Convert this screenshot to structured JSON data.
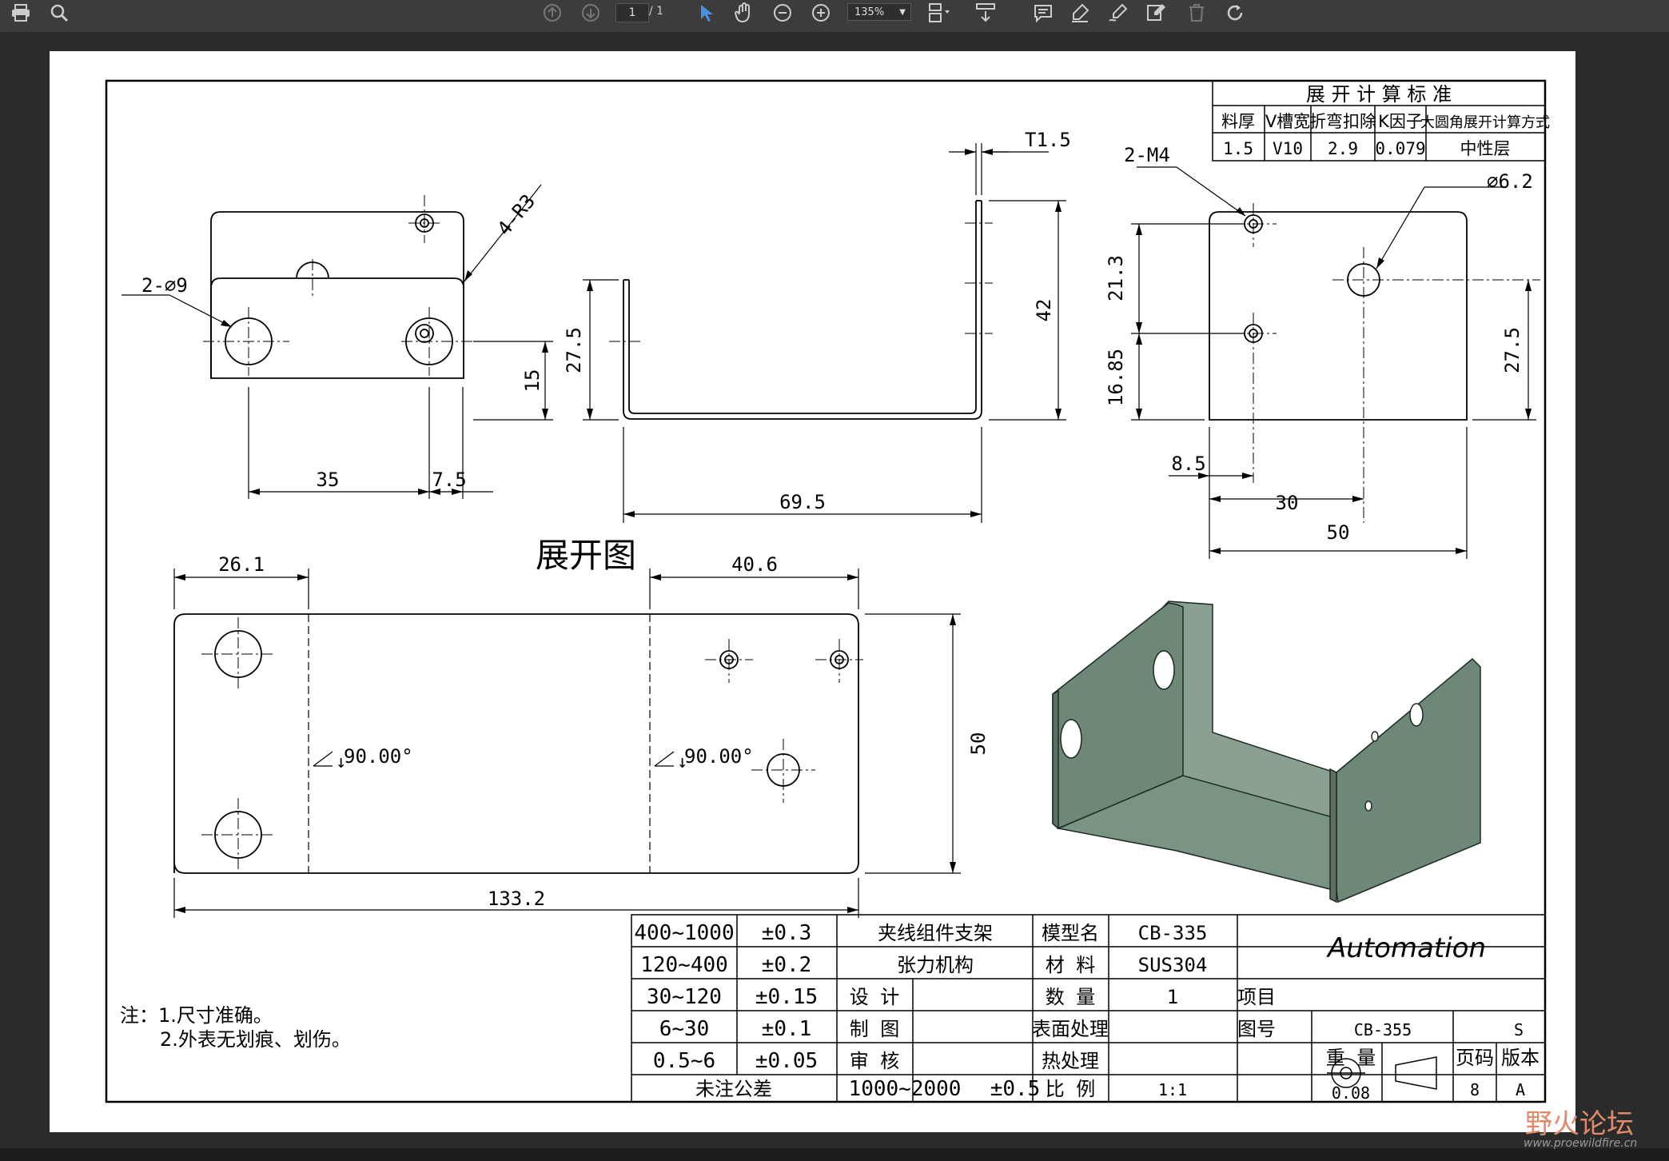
{
  "toolbar": {
    "page_current": "1",
    "page_total": "/ 1",
    "zoom": "135%",
    "icons": [
      "print-icon",
      "search-icon",
      "arrow-up-icon",
      "arrow-down-icon",
      "select-pointer-icon",
      "hand-icon",
      "zoom-out-icon",
      "zoom-in-icon",
      "fit-page-icon",
      "scroll-mode-icon",
      "comment-icon",
      "highlight-icon",
      "sign-icon",
      "edit-icon",
      "delete-icon",
      "rotate-icon"
    ]
  },
  "drawing": {
    "top_view": {
      "r3": "4-R3",
      "d9": "2-∅9",
      "d35": "35",
      "d75": "7.5",
      "d15": "15"
    },
    "front_view": {
      "t": "T1.5",
      "h275": "27.5",
      "h42": "42",
      "w695": "69.5"
    },
    "side_view": {
      "m4": "2-M4",
      "d62": "∅6.2",
      "v213": "21.3",
      "v1685": "16.85",
      "v275": "27.5",
      "h85": "8.5",
      "h30": "30",
      "h50": "50"
    },
    "flat": {
      "title": "展开图",
      "d261": "26.1",
      "d406": "40.6",
      "bend1": "90.00°",
      "bend2": "90.00°",
      "h50": "50",
      "w1332": "133.2"
    },
    "std_table": {
      "title": "展 开 计 算 标 准",
      "headers": [
        "料厚",
        "V槽宽",
        "折弯扣除",
        "K因子",
        "大圆角展开计算方式"
      ],
      "values": [
        "1.5",
        "V10",
        "2.9",
        "0.079",
        "中性层"
      ]
    },
    "notes": {
      "line1": "注：1.尺寸准确。",
      "line2": "2.外表无划痕、划伤。"
    },
    "tolerances": [
      [
        "400~1000",
        "±0.3"
      ],
      [
        "120~400",
        "±0.2"
      ],
      [
        "30~120",
        "±0.15"
      ],
      [
        "6~30",
        "±0.1"
      ],
      [
        "0.5~6",
        "±0.05"
      ]
    ],
    "tol_footer": {
      "label": "未注公差",
      "range": "1000~2000",
      "tol": "±0.5"
    },
    "title_block": {
      "name1": "夹线组件支架",
      "name2": "张力机构",
      "design": "设 计",
      "drawn": "制 图",
      "review": "审 核",
      "model_label": "模型名",
      "model": "CB-335",
      "material_label": "材 料",
      "material": "SUS304",
      "qty_label": "数 量",
      "qty": "1",
      "surface_label": "表面处理",
      "heat_label": "热处理",
      "scale_label": "比 例",
      "scale": "1:1",
      "company": "Automation",
      "project_label": "项目",
      "drawing_no_label": "图号",
      "drawing_no": "CB-355",
      "size": "S",
      "weight_label": "重 量",
      "weight": "0.08",
      "page_label": "页码",
      "page": "8",
      "version_label": "版本",
      "version": "A"
    }
  },
  "watermark": {
    "brand": "野火论坛",
    "url": "www.proewildfire.cn"
  }
}
